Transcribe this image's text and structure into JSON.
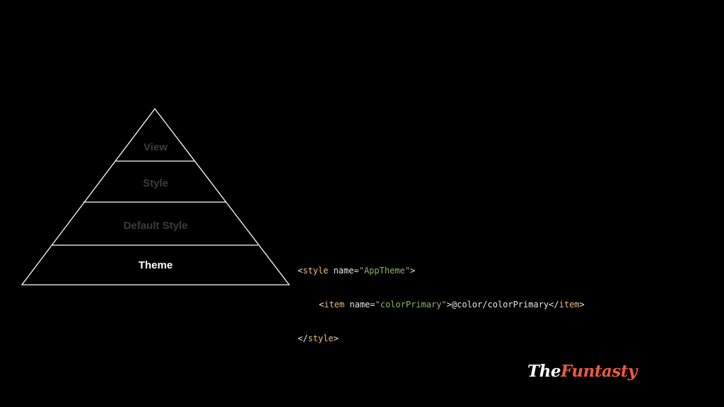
{
  "diagram": {
    "levels": [
      {
        "label": "View",
        "color": "#3c3c3c"
      },
      {
        "label": "Style",
        "color": "#3c3c3c"
      },
      {
        "label": "Default Style",
        "color": "#3c3c3c"
      },
      {
        "label": "Theme",
        "color": "#ffffff"
      }
    ],
    "line_color": "#ffffff"
  },
  "code": {
    "line1": {
      "open": "<",
      "tag": "style",
      "attr": " name=",
      "value": "\"AppTheme\"",
      "close": ">"
    },
    "line2": {
      "open": "<",
      "tag": "item",
      "attr": " name=",
      "value": "\"colorPrimary\"",
      "mid": ">",
      "text": "@color/colorPrimary",
      "end_open": "</",
      "end_tag": "item",
      "end_close": ">"
    },
    "line3": {
      "open": "</",
      "tag": "style",
      "close": ">"
    },
    "colors": {
      "bracket": "#e8e8e8",
      "tag": "#e8c07d",
      "attr": "#e8e8e8",
      "value": "#8fb36b",
      "text": "#e8e8e8"
    }
  },
  "logo": {
    "part1": "The",
    "part2": "Funtasty",
    "color1": "#ffffff",
    "color2": "#ee5a40"
  }
}
